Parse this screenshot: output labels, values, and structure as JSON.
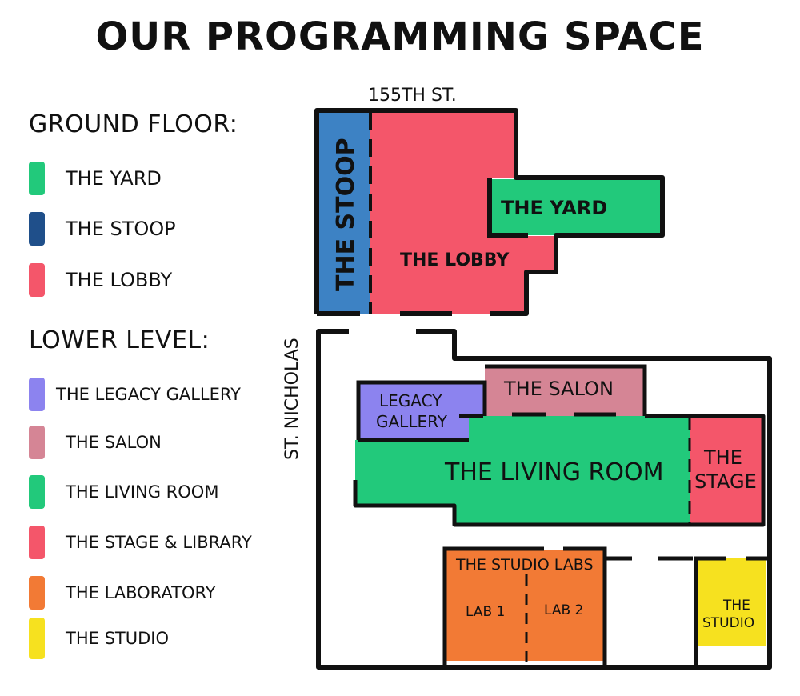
{
  "title": "OUR PROGRAMMING SPACE",
  "colors": {
    "yard": "#22c97b",
    "stoop": "#3d82c4",
    "lobby": "#f4566a",
    "legacy": "#8c83ef",
    "salon": "#d58595",
    "living": "#22c97b",
    "stage": "#f4566a",
    "lab": "#f27a35",
    "studio": "#f6e11f",
    "outline": "#111111",
    "legend_stoop": "#1f4f8a"
  },
  "legend": {
    "ground_heading": "GROUND FLOOR:",
    "ground_items": [
      {
        "label": "THE YARD",
        "color": "#22c97b"
      },
      {
        "label": "THE STOOP",
        "color": "#1f4f8a"
      },
      {
        "label": "THE LOBBY",
        "color": "#f4566a"
      }
    ],
    "lower_heading": "LOWER LEVEL:",
    "lower_items": [
      {
        "label": "THE LEGACY GALLERY",
        "color": "#8c83ef"
      },
      {
        "label": "THE SALON",
        "color": "#d58595"
      },
      {
        "label": "THE LIVING ROOM",
        "color": "#22c97b"
      },
      {
        "label": "THE STAGE & LIBRARY",
        "color": "#f4566a"
      },
      {
        "label": "THE LABORATORY",
        "color": "#f27a35"
      },
      {
        "label": "THE STUDIO",
        "color": "#f6e11f"
      }
    ]
  },
  "streets": {
    "top": "155TH ST.",
    "side": "ST. NICHOLAS"
  },
  "rooms": {
    "stoop": "THE STOOP",
    "yard": "THE YARD",
    "lobby": "THE LOBBY",
    "legacy_line1": "LEGACY",
    "legacy_line2": "GALLERY",
    "salon": "THE SALON",
    "living": "THE LIVING ROOM",
    "stage_line1": "THE",
    "stage_line2": "STAGE",
    "studio_labs": "THE STUDIO LABS",
    "lab1": "LAB 1",
    "lab2": "LAB 2",
    "studio_line1": "THE",
    "studio_line2": "STUDIO"
  }
}
